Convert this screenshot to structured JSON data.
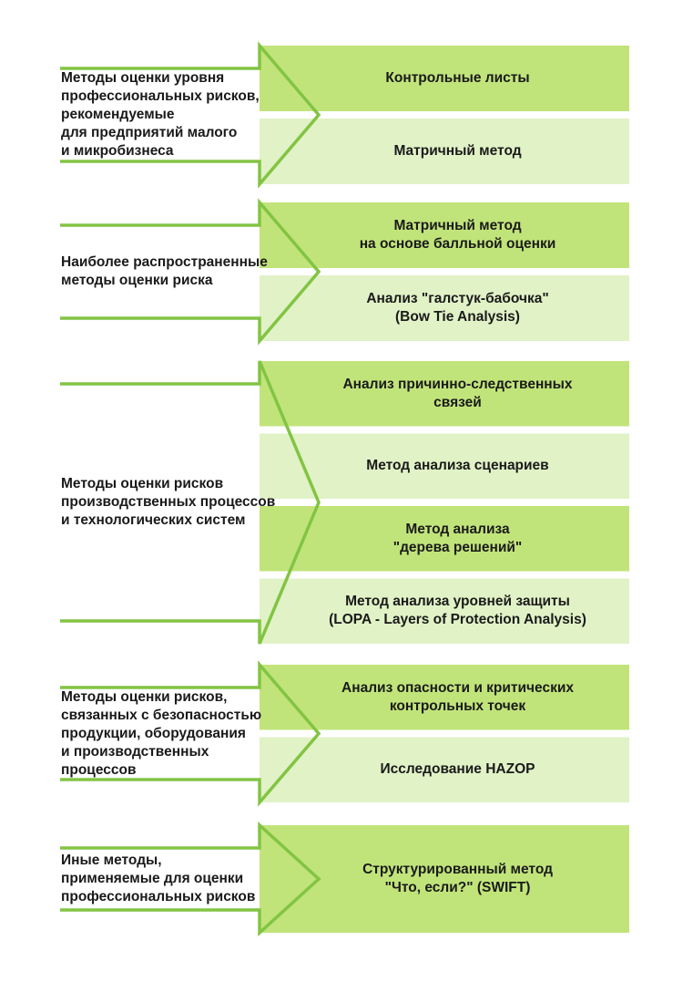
{
  "colors": {
    "box_dark": "#c1e47a",
    "box_light": "#e1f2c6",
    "arrow_stroke": "#82c443",
    "text": "#1a1a1a"
  },
  "groups": [
    {
      "label": "Методы оценки уровня\nпрофессиональных рисков,\nрекомендуемые\nдля предприятий малого\nи микробизнеса",
      "methods": [
        "Контрольные листы",
        "Матричный метод"
      ]
    },
    {
      "label": "Наиболее распространенные\nметоды оценки риска",
      "methods": [
        "Матричный метод\nна основе балльной оценки",
        "Анализ \"галстук-бабочка\"\n(Bow Tie Analysis)"
      ]
    },
    {
      "label": "Методы оценки рисков\nпроизводственных процессов\nи технологических систем",
      "methods": [
        "Анализ причинно-следственных\nсвязей",
        "Метод анализа сценариев",
        "Метод анализа\n\"дерева решений\"",
        "Метод анализа уровней защиты\n(LOPA - Layers of Protection Analysis)"
      ]
    },
    {
      "label": "Методы оценки рисков,\nсвязанных с безопасностью\nпродукции, оборудования\nи производственных\nпроцессов",
      "methods": [
        "Анализ опасности и критических\nконтрольных точек",
        "Исследование HAZOP"
      ]
    },
    {
      "label": "Иные методы,\nприменяемые для оценки\nпрофессиональных рисков",
      "methods": [
        "Структурированный метод\n\"Что, если?\" (SWIFT)"
      ]
    }
  ]
}
